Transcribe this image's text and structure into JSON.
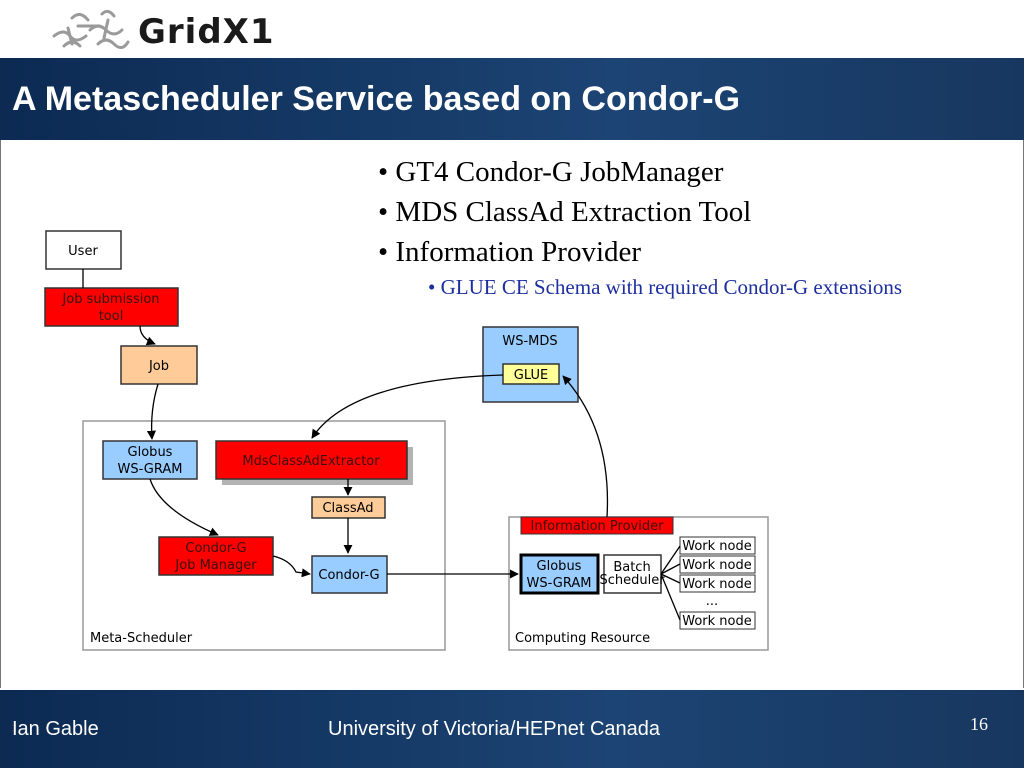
{
  "logo": {
    "text": "GridX1"
  },
  "slide": {
    "title": "A Metascheduler Service based on Condor-G"
  },
  "bullets": [
    "• GT4 Condor-G JobManager",
    "• MDS ClassAd Extraction Tool",
    "• Information Provider"
  ],
  "sub_bullets": [
    "• GLUE CE Schema with required Condor-G extensions"
  ],
  "diagram": {
    "user": "User",
    "job_submission_tool_line1": "Job submission",
    "job_submission_tool_line2": "tool",
    "job": "Job",
    "ws_mds": "WS-MDS",
    "glue": "GLUE",
    "globus_line1": "Globus",
    "globus_line2": "WS-GRAM",
    "mds_extractor": "MdsClassAdExtractor",
    "classad": "ClassAd",
    "condor_jm_line1": "Condor-G",
    "condor_jm_line2": "Job Manager",
    "condor_g": "Condor-G",
    "meta_scheduler": "Meta-Scheduler",
    "information_provider": "Information Provider",
    "cr_globus_line1": "Globus",
    "cr_globus_line2": "WS-GRAM",
    "batch_line1": "Batch",
    "batch_line2": "Scheduler",
    "work_node_1": "Work node",
    "work_node_2": "Work node",
    "work_node_3": "Work node",
    "ellipsis": "...",
    "work_node_4": "Work node",
    "computing_resource": "Computing Resource",
    "colors": {
      "red": "#ff0000",
      "blue": "#99ccff",
      "peach": "#ffcc99",
      "yellow": "#ffff99",
      "navy": "#1c4474"
    }
  },
  "footer": {
    "author": "Ian Gable",
    "organization": "University of Victoria/HEPnet Canada",
    "page_number": "16"
  }
}
